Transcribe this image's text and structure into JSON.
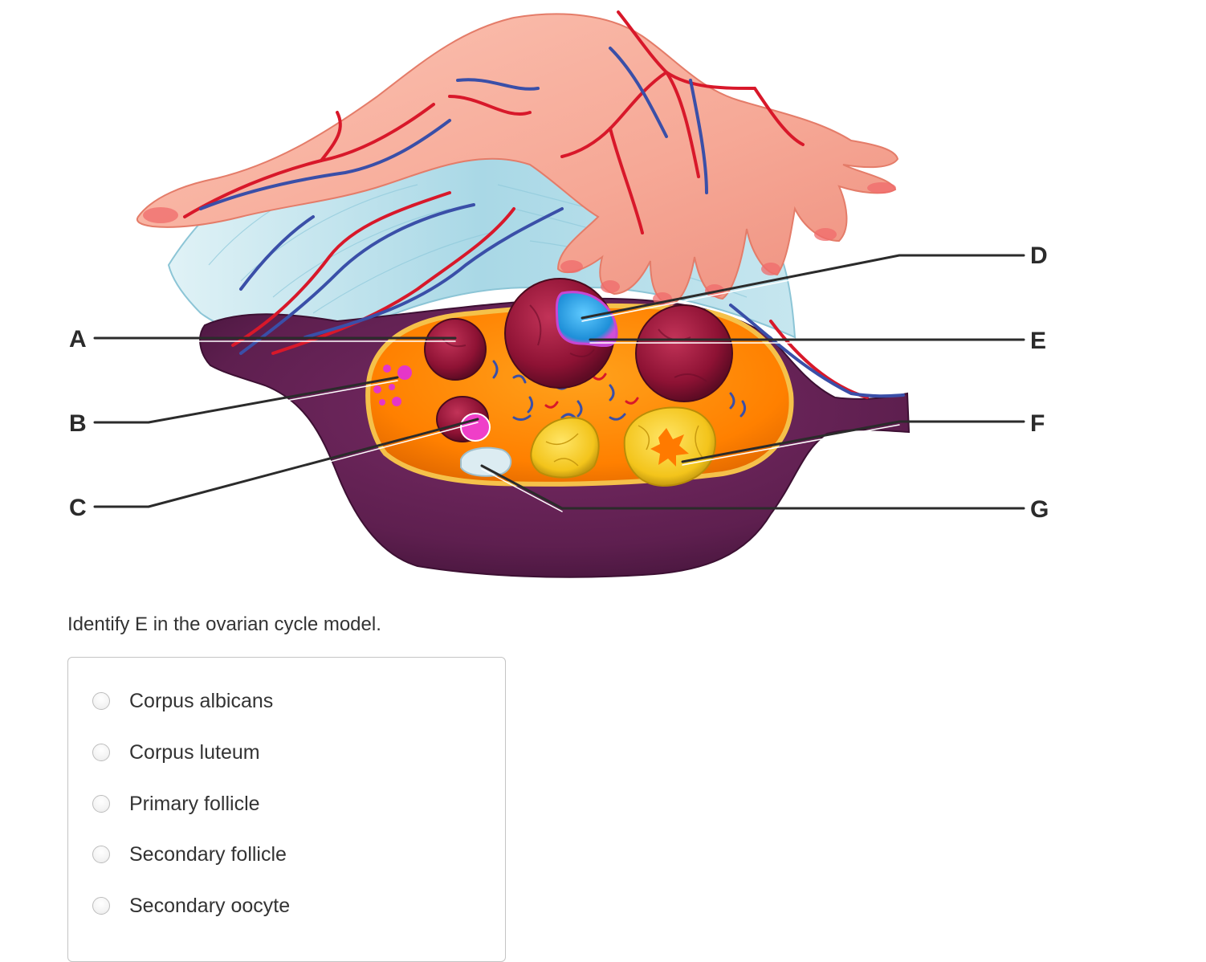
{
  "figure": {
    "callouts": {
      "a": "A",
      "b": "B",
      "c": "C",
      "d": "D",
      "e": "E",
      "f": "F",
      "g": "G"
    }
  },
  "question": {
    "text": "Identify E in the ovarian cycle model."
  },
  "options": [
    {
      "label": "Corpus albicans",
      "selected": false
    },
    {
      "label": "Corpus luteum",
      "selected": false
    },
    {
      "label": "Primary follicle",
      "selected": false
    },
    {
      "label": "Secondary follicle",
      "selected": false
    },
    {
      "label": "Secondary oocyte",
      "selected": false
    }
  ],
  "colors": {
    "ovary_surface": "#5e1f4f",
    "ovary_cortex": "#ff8a00",
    "fallopian_tube": "#f8b1a0",
    "ligament": "#b9e2ec",
    "follicle": "#9c1838",
    "antrum": "#2aa6e8",
    "corpus_luteum": "#f5d02a",
    "corpus_albicans": "#d7ecf2",
    "artery": "#d8182a",
    "vein": "#3a4fa8"
  }
}
